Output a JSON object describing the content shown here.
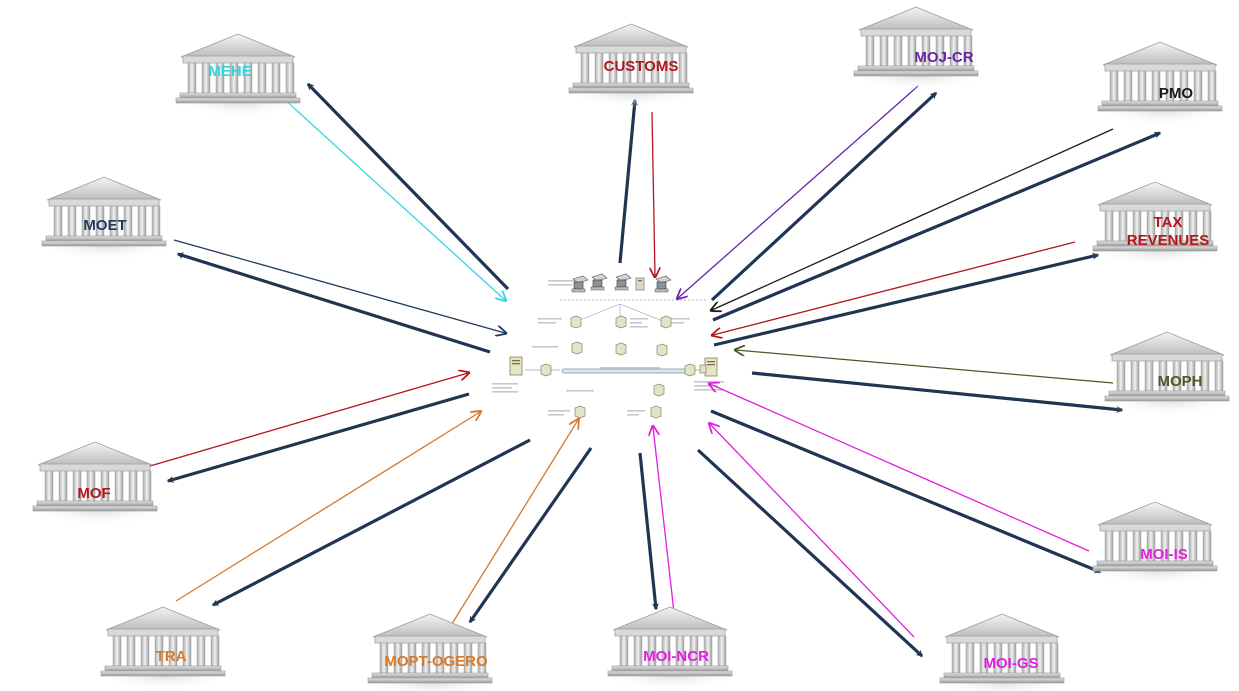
{
  "hub": {
    "name": "central-integration-hub",
    "color": "#8a8f94"
  },
  "nodes": [
    {
      "id": "mehe",
      "label": "MEHE",
      "color": "#31d6dc"
    },
    {
      "id": "customs",
      "label": "CUSTOMS",
      "color": "#b3161d"
    },
    {
      "id": "moj-cr",
      "label": "MOJ-CR",
      "color": "#6a22a8"
    },
    {
      "id": "pmo",
      "label": "PMO",
      "color": "#1a1a1a"
    },
    {
      "id": "moet",
      "label": "MOET",
      "color": "#1f3a5a"
    },
    {
      "id": "tax-revenues",
      "label": "TAX\nREVENUES",
      "color": "#b3161d"
    },
    {
      "id": "moph",
      "label": "MOPH",
      "color": "#4a5a2a"
    },
    {
      "id": "mof",
      "label": "MOF",
      "color": "#b3161d"
    },
    {
      "id": "moi-is",
      "label": "MOI-IS",
      "color": "#e21ee0"
    },
    {
      "id": "tra",
      "label": "TRA",
      "color": "#d67a2a"
    },
    {
      "id": "mopt-ogero",
      "label": "MOPT-OGERO",
      "color": "#d67a2a"
    },
    {
      "id": "moi-ncr",
      "label": "MOI-NCR",
      "color": "#e21ee0"
    },
    {
      "id": "moi-gs",
      "label": "MOI-GS",
      "color": "#e21ee0"
    }
  ],
  "outbound_arrow_color": "#1f3552",
  "icons": {
    "building": "government-building-icon",
    "workstation": "workstation-icon",
    "server": "server-icon"
  }
}
